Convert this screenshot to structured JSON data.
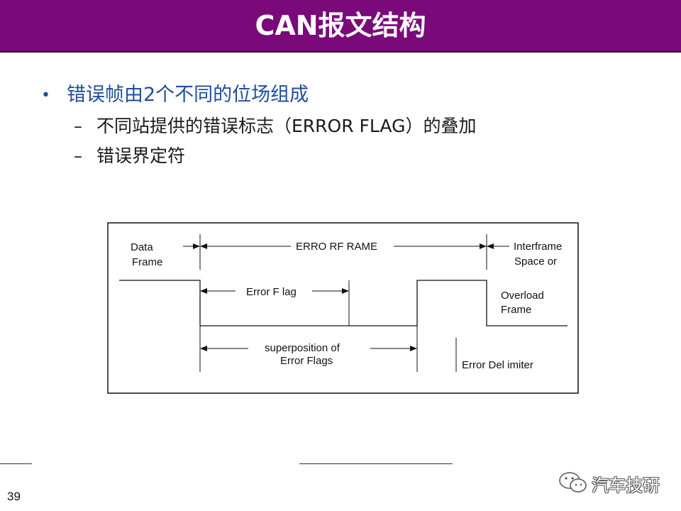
{
  "slide": {
    "title": "CAN报文结构",
    "page_number": "39"
  },
  "bullets": {
    "main": "错误帧由2个不同的位场组成",
    "sub": [
      "不同站提供的错误标志（ERROR FLAG）的叠加",
      "错误界定符"
    ],
    "dash": "–",
    "dot": "•"
  },
  "diagram": {
    "data_frame_line1": "Data",
    "data_frame_line2": "Frame",
    "error_frame": "ERRO RF RAME",
    "interframe_line1": "Interframe",
    "interframe_line2": "Space or",
    "overload_line1": "Overload",
    "overload_line2": "Frame",
    "error_flag": "Error F lag",
    "superposition_line1": "superposition of",
    "superposition_line2": "Error Flags",
    "error_delimiter": "Error Del imiter"
  },
  "watermark": {
    "text": "汽车技研",
    "icon": "wechat-icon"
  },
  "colors": {
    "header": "#7a0a7a",
    "bullet": "#1f4e9a"
  }
}
